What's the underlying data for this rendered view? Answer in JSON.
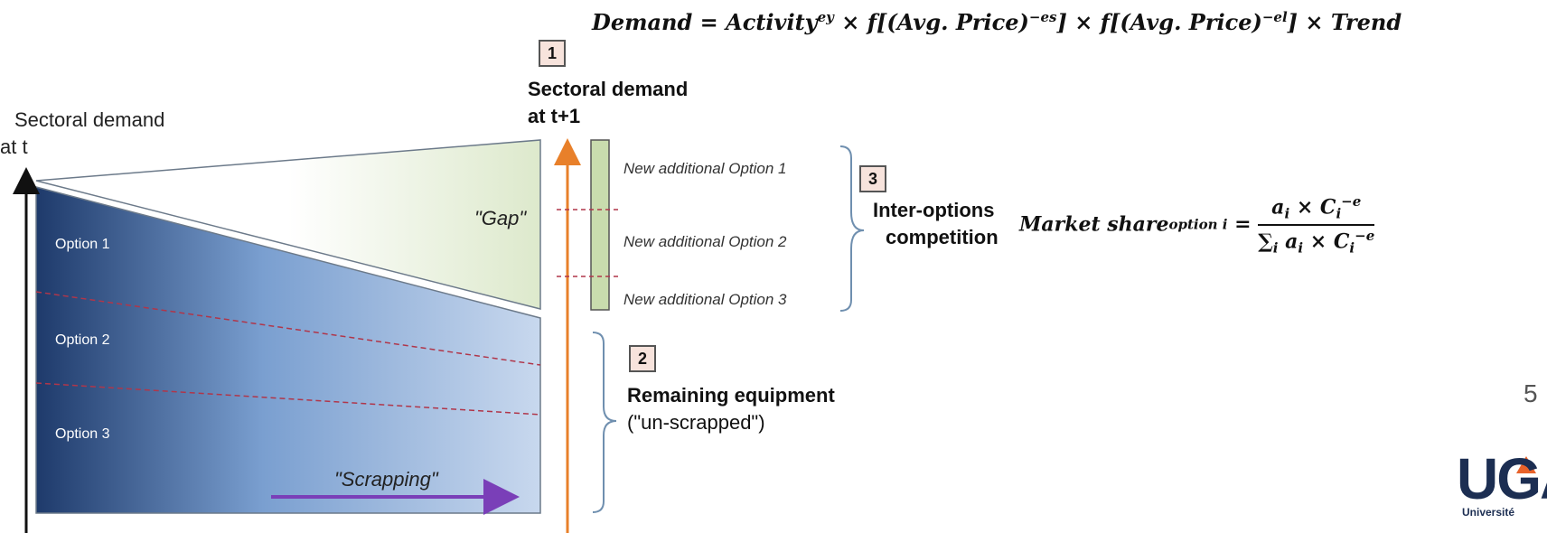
{
  "formulas": {
    "demand": {
      "lhs": "Demand",
      "activity": "Activity",
      "activity_exp": "ey",
      "times": "×",
      "f": "f",
      "avg_price": "(Avg. Price)",
      "exp_es": "−es",
      "exp_el": "−el",
      "trend": "Trend"
    },
    "market_share": {
      "lhs": "Market share",
      "lhs_sub": "option i",
      "num_a": "a",
      "num_times": "×",
      "num_c": "C",
      "sub_i": "i",
      "exp": "−e",
      "den_sum": "∑",
      "den_sum_sub": "i"
    }
  },
  "left_axis": {
    "label_line1": "Sectoral demand",
    "label_line2": "at t"
  },
  "options": {
    "option1": "Option 1",
    "option2": "Option 2",
    "option3": "Option 3"
  },
  "annotations": {
    "gap": "\"Gap\"",
    "scrapping": "\"Scrapping\""
  },
  "steps": {
    "step1": {
      "number": "1",
      "label_line1": "Sectoral demand",
      "label_line2": "at t+1"
    },
    "step2": {
      "number": "2",
      "label_line1": "Remaining equipment",
      "label_line2": "(\"un-scrapped\")"
    },
    "step3": {
      "number": "3",
      "label_line1": "Inter-options",
      "label_line2": "competition"
    }
  },
  "new_options": {
    "opt1": "New additional Option 1",
    "opt2": "New additional Option 2",
    "opt3": "New additional Option 3"
  },
  "page_number": "5",
  "logo": {
    "text": "UGA",
    "sub": "Université"
  },
  "colors": {
    "blue_dark": "#1e3a6b",
    "blue_light": "#c8d8ee",
    "green_light": "#dde9cc",
    "orange_arrow": "#e8802a",
    "purple_arrow": "#7a3fb8",
    "dash_red": "#b0364a",
    "logo_orange": "#e8622a"
  }
}
